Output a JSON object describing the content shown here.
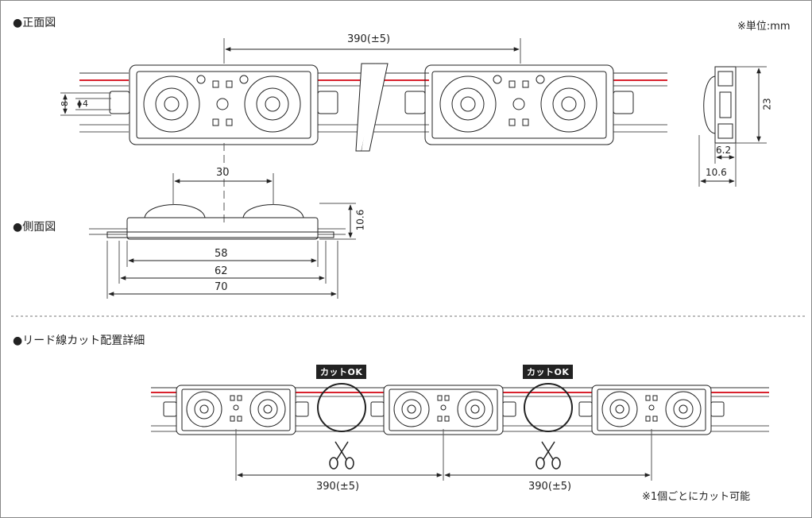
{
  "sections": {
    "front": "●正面図",
    "side": "●側面図",
    "cut": "●リード線カット配置詳細"
  },
  "unit_note": "※単位:mm",
  "dims": {
    "pitch": "390(±5)",
    "h8": "8",
    "h4": "4",
    "h23": "23",
    "d62s": "6.2",
    "d106": "10.6",
    "lens": "30",
    "side_h": "10.6",
    "w58": "58",
    "w62": "62",
    "w70": "70"
  },
  "cut": {
    "badge1": "カットOK",
    "badge2": "カットOK",
    "pitch1": "390(±5)",
    "pitch2": "390(±5)",
    "note": "※1個ごとにカット可能"
  },
  "colors": {
    "wire_red": "#d9232e",
    "line": "#222"
  }
}
